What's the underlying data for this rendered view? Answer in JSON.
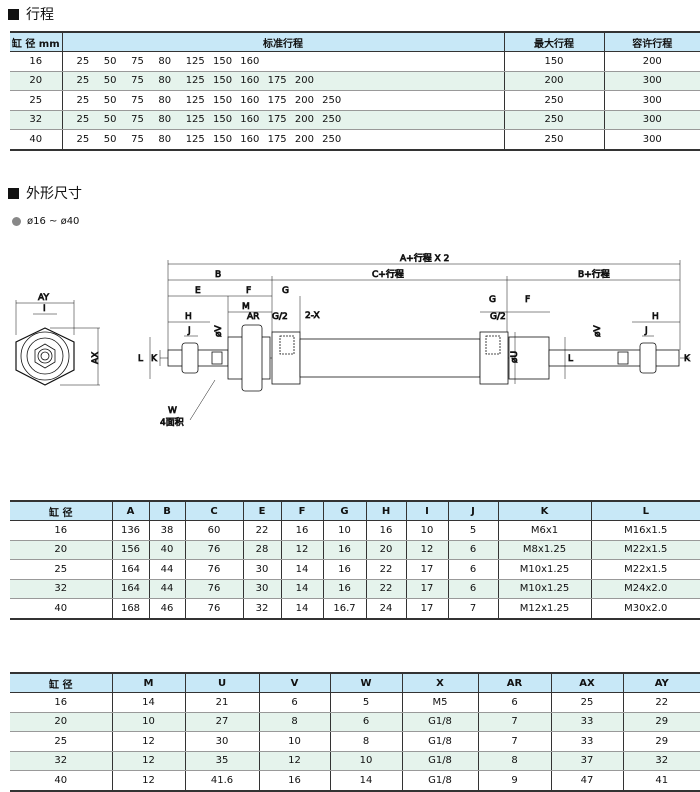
{
  "stroke_section": {
    "title": "行程",
    "headers": [
      "缸 径 mm",
      "标准行程",
      "最大行程",
      "容许行程"
    ],
    "rows": [
      {
        "bore": "16",
        "strokes": [
          "25",
          "50",
          "75",
          "80",
          "125",
          "150",
          "160"
        ],
        "max": "150",
        "allow": "200"
      },
      {
        "bore": "20",
        "strokes": [
          "25",
          "50",
          "75",
          "80",
          "125",
          "150",
          "160",
          "175",
          "200"
        ],
        "max": "200",
        "allow": "300"
      },
      {
        "bore": "25",
        "strokes": [
          "25",
          "50",
          "75",
          "80",
          "125",
          "150",
          "160",
          "175",
          "200",
          "250"
        ],
        "max": "250",
        "allow": "300"
      },
      {
        "bore": "32",
        "strokes": [
          "25",
          "50",
          "75",
          "80",
          "125",
          "150",
          "160",
          "175",
          "200",
          "250"
        ],
        "max": "250",
        "allow": "300"
      },
      {
        "bore": "40",
        "strokes": [
          "25",
          "50",
          "75",
          "80",
          "125",
          "150",
          "160",
          "175",
          "200",
          "250"
        ],
        "max": "250",
        "allow": "300"
      }
    ]
  },
  "dimension_section": {
    "title": "外形尺寸",
    "range": "ø16 ~ ø40",
    "drawing_labels": {
      "total": "A+行程 X 2",
      "b": "B",
      "c": "C+行程",
      "b_stroke": "B+行程",
      "e": "E",
      "f": "F",
      "g": "G",
      "m": "M",
      "ar": "AR",
      "g2": "G/2",
      "x": "2-X",
      "h": "H",
      "j": "J",
      "v": "øV",
      "l": "L",
      "k": "K",
      "u": "øU",
      "ay": "AY",
      "i": "I",
      "ax": "AX",
      "w": "W",
      "w_note": "4面积"
    }
  },
  "table_a": {
    "headers": [
      "缸 径",
      "A",
      "B",
      "C",
      "E",
      "F",
      "G",
      "H",
      "I",
      "J",
      "K",
      "L"
    ],
    "rows": [
      [
        "16",
        "136",
        "38",
        "60",
        "22",
        "16",
        "10",
        "16",
        "10",
        "5",
        "M6x1",
        "M16x1.5"
      ],
      [
        "20",
        "156",
        "40",
        "76",
        "28",
        "12",
        "16",
        "20",
        "12",
        "6",
        "M8x1.25",
        "M22x1.5"
      ],
      [
        "25",
        "164",
        "44",
        "76",
        "30",
        "14",
        "16",
        "22",
        "17",
        "6",
        "M10x1.25",
        "M22x1.5"
      ],
      [
        "32",
        "164",
        "44",
        "76",
        "30",
        "14",
        "16",
        "22",
        "17",
        "6",
        "M10x1.25",
        "M24x2.0"
      ],
      [
        "40",
        "168",
        "46",
        "76",
        "32",
        "14",
        "16.7",
        "24",
        "17",
        "7",
        "M12x1.25",
        "M30x2.0"
      ]
    ]
  },
  "table_b": {
    "headers": [
      "缸 径",
      "M",
      "U",
      "V",
      "W",
      "X",
      "AR",
      "AX",
      "AY"
    ],
    "rows": [
      [
        "16",
        "14",
        "21",
        "6",
        "5",
        "M5",
        "6",
        "25",
        "22"
      ],
      [
        "20",
        "10",
        "27",
        "8",
        "6",
        "G1/8",
        "7",
        "33",
        "29"
      ],
      [
        "25",
        "12",
        "30",
        "10",
        "8",
        "G1/8",
        "7",
        "33",
        "29"
      ],
      [
        "32",
        "12",
        "35",
        "12",
        "10",
        "G1/8",
        "8",
        "37",
        "32"
      ],
      [
        "40",
        "12",
        "41.6",
        "16",
        "14",
        "G1/8",
        "9",
        "47",
        "41"
      ]
    ]
  },
  "colors": {
    "header_bg": "#c8e8f7",
    "alt_row_bg": "#e5f3ec"
  }
}
